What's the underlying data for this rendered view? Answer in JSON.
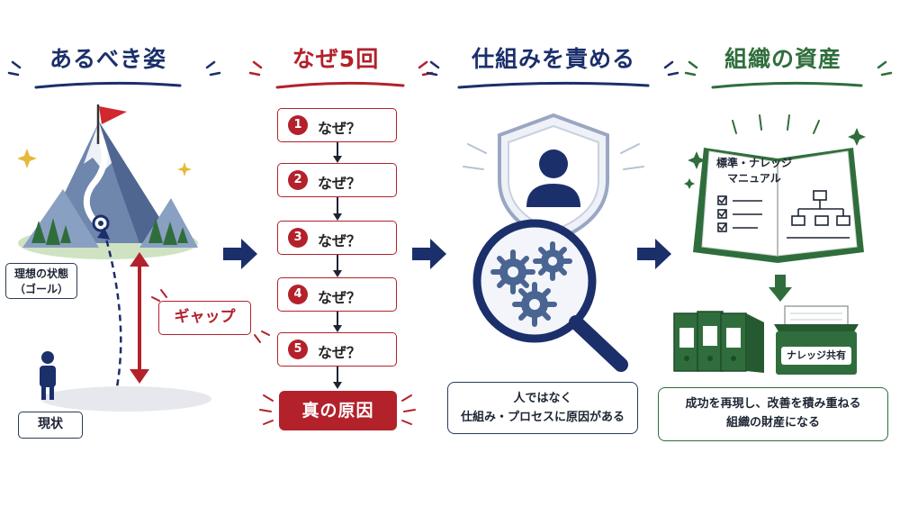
{
  "colors": {
    "navy": "#1b2f6b",
    "red": "#b3212b",
    "green": "#2f6e3c",
    "dark_text": "#1d2433"
  },
  "section1": {
    "title": "あるべき姿",
    "ideal_label_line1": "理想の状態",
    "ideal_label_line2": "（ゴール）",
    "gap_label": "ギャップ",
    "current_label": "現状"
  },
  "section2": {
    "title": "なぜ5回",
    "steps": [
      {
        "num": "1",
        "label": "なぜ？"
      },
      {
        "num": "2",
        "label": "なぜ？"
      },
      {
        "num": "3",
        "label": "なぜ？"
      },
      {
        "num": "4",
        "label": "なぜ？"
      },
      {
        "num": "5",
        "label": "なぜ？"
      }
    ],
    "result": "真の原因"
  },
  "section3": {
    "title": "仕組みを責める",
    "caption_line1": "人ではなく",
    "caption_line2": "仕組み・プロセスに原因がある"
  },
  "section4": {
    "title": "組織の資産",
    "manual_line1": "標準・ナレッジ",
    "manual_line2": "マニュアル",
    "box_label": "ナレッジ共有",
    "caption_line1": "成功を再現し、改善を積み重ねる",
    "caption_line2": "組織の財産になる"
  },
  "icons": [
    "flag-icon",
    "mountain-icon",
    "person-icon",
    "shield-person-icon",
    "magnifier-gears-icon",
    "manual-book-icon",
    "binders-icon",
    "knowledge-box-icon",
    "flow-arrow-icon"
  ]
}
